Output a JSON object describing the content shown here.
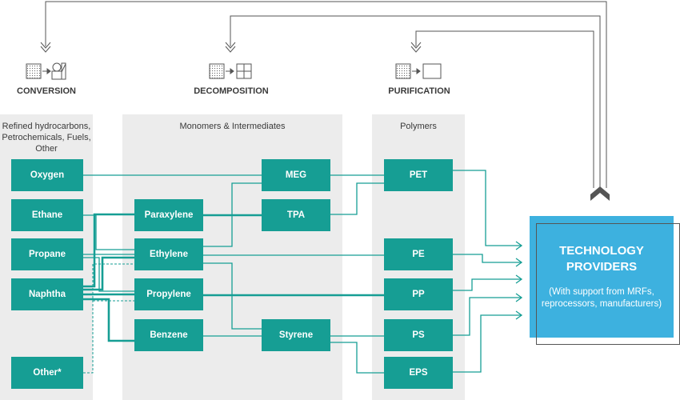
{
  "stages": {
    "conversion": "CONVERSION",
    "decomposition": "DECOMPOSITION",
    "purification": "PURIFICATION"
  },
  "columns": {
    "refined": "Refined hydrocarbons, Petrochemicals, Fuels, Other",
    "monomers": "Monomers & Intermediates",
    "polymers": "Polymers"
  },
  "feedstocks": {
    "oxygen": "Oxygen",
    "ethane": "Ethane",
    "propane": "Propane",
    "naphtha": "Naphtha",
    "other": "Other*"
  },
  "intermediates": {
    "paraxylene": "Paraxylene",
    "ethylene": "Ethylene",
    "propylene": "Propylene",
    "benzene": "Benzene",
    "meg": "MEG",
    "tpa": "TPA",
    "styrene": "Styrene"
  },
  "polymers": {
    "pet": "PET",
    "pe": "PE",
    "pp": "PP",
    "ps": "PS",
    "eps": "EPS"
  },
  "technology": {
    "title": "TECHNOLOGY PROVIDERS",
    "subtitle": "(With support from MRFs, reprocessors, manufacturers)"
  },
  "colors": {
    "box": "#169e94",
    "line": "#169e94",
    "panel": "#ececec",
    "tech": "#3db1df"
  }
}
